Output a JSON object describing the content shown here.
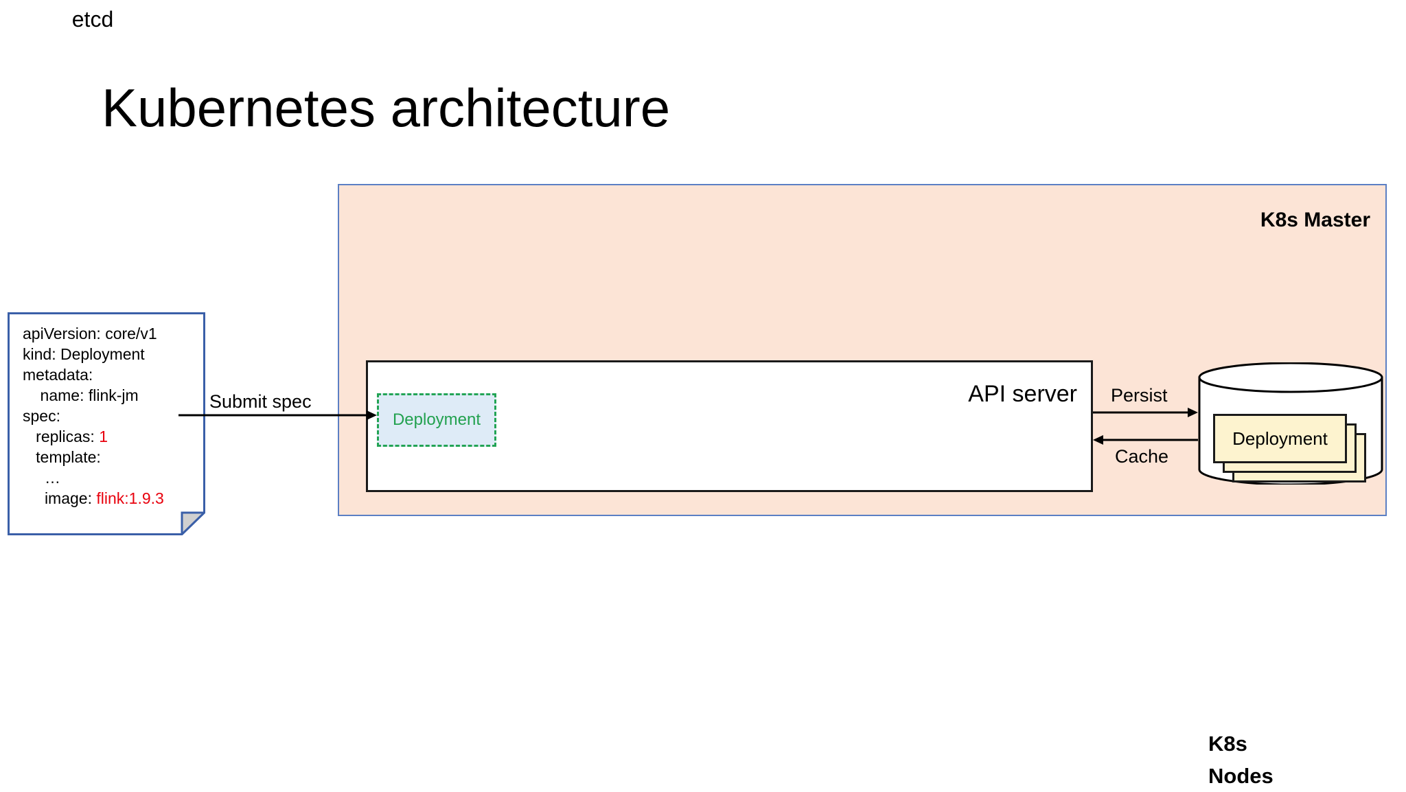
{
  "slide": {
    "title": "Kubernetes architecture"
  },
  "spec_document": {
    "name": "deployment-spec",
    "lines": [
      "apiVersion: core/v1",
      "kind: Deployment",
      "metadata:",
      "    name: flink-jm",
      "spec:",
      "   replicas: ",
      "   template:",
      "     …",
      "     image: "
    ],
    "replicas_value": "1",
    "image_value": "flink:1.9.3",
    "text": "apiVersion: core/v1\nkind: Deployment\nmetadata:\n    name: flink-jm\nspec:\n   replicas: 1\n   template:\n     …\n     image: flink:1.9.3"
  },
  "master_panel": {
    "label": "K8s Master",
    "fill_color": "#FCE4D6",
    "border_color": "#5B7FC4"
  },
  "api_server": {
    "label": "API server",
    "fill_color": "#FFFFFF",
    "border_color": "#1A1A1A"
  },
  "deployment_object": {
    "label": "Deployment",
    "fill_color": "#DEEBF7",
    "border_color": "#23A455",
    "text_color": "#22A14F",
    "border_style": "dashed"
  },
  "etcd": {
    "label": "etcd",
    "fill_color": "#FFFFFF",
    "border_color": "#000000",
    "cards": [
      {
        "label": "Deployment"
      },
      {
        "label": ""
      },
      {
        "label": ""
      }
    ],
    "card_fill_color": "#FDF3CF"
  },
  "edges": {
    "submit_spec": "Submit spec",
    "persist": "Persist",
    "cache": "Cache"
  },
  "nodes_caption": {
    "line1": "K8s",
    "line2": "Nodes"
  }
}
